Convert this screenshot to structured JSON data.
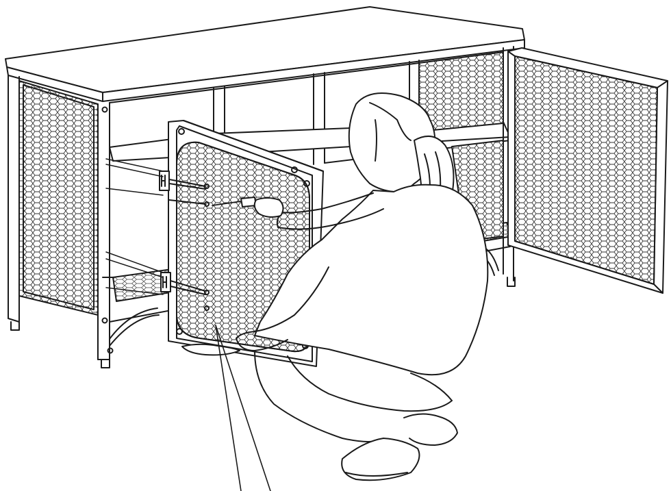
{
  "figure": {
    "subject": "assembly-illustration",
    "style": "black line art on white",
    "colors": {
      "line": "#1a1a1a",
      "background": "#ffffff",
      "mesh": "#333333"
    },
    "parts": [
      "cabinet-top",
      "cabinet-frame",
      "left-side-mesh-panel",
      "right-open-door",
      "shelves",
      "door-being-mounted",
      "hinges",
      "screwdriver",
      "person",
      "callout-pointer"
    ]
  }
}
